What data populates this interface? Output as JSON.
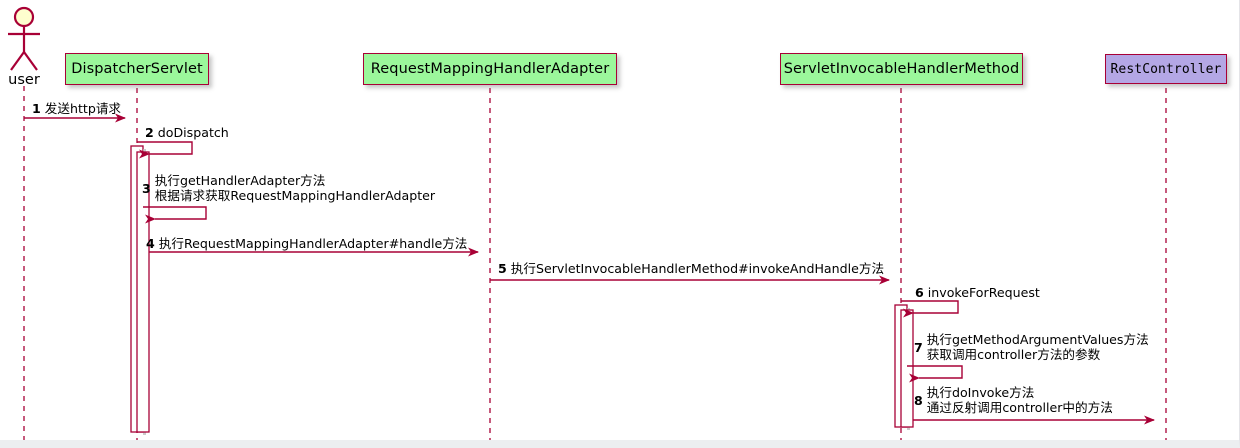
{
  "diagram": {
    "type": "uml-sequence-diagram",
    "background_color": "#FFFFFF",
    "line_color": "#A80036",
    "participant_fill_green": "#9BF79B",
    "participant_fill_purple": "#B4A7E5",
    "actor_head_fill": "#FEFECE"
  },
  "actor": {
    "name": "user",
    "label": "user"
  },
  "participants": [
    {
      "id": "dispatcher-servlet",
      "label": "DispatcherServlet",
      "style": "green"
    },
    {
      "id": "request-mapping-handler-adapter",
      "label": "RequestMappingHandlerAdapter",
      "style": "green"
    },
    {
      "id": "servlet-invocable-handler-method",
      "label": "ServletInvocableHandlerMethod",
      "style": "green"
    },
    {
      "id": "rest-controller",
      "label": "RestController",
      "style": "purple"
    }
  ],
  "messages": [
    {
      "seq": "1",
      "from": "user",
      "to": "dispatcher-servlet",
      "kind": "call",
      "lines": [
        "发送http请求"
      ]
    },
    {
      "seq": "2",
      "from": "dispatcher-servlet",
      "to": "dispatcher-servlet",
      "kind": "self",
      "lines": [
        "doDispatch"
      ]
    },
    {
      "seq": "3",
      "from": "dispatcher-servlet",
      "to": "dispatcher-servlet",
      "kind": "self",
      "lines": [
        "执行getHandlerAdapter方法",
        "根据请求获取RequestMappingHandlerAdapter"
      ]
    },
    {
      "seq": "4",
      "from": "dispatcher-servlet",
      "to": "request-mapping-handler-adapter",
      "kind": "call",
      "lines": [
        "执行RequestMappingHandlerAdapter#handle方法"
      ]
    },
    {
      "seq": "5",
      "from": "request-mapping-handler-adapter",
      "to": "servlet-invocable-handler-method",
      "kind": "call",
      "lines": [
        "执行ServletInvocableHandlerMethod#invokeAndHandle方法"
      ]
    },
    {
      "seq": "6",
      "from": "servlet-invocable-handler-method",
      "to": "servlet-invocable-handler-method",
      "kind": "self",
      "lines": [
        "invokeForRequest"
      ]
    },
    {
      "seq": "7",
      "from": "servlet-invocable-handler-method",
      "to": "servlet-invocable-handler-method",
      "kind": "self",
      "lines": [
        "执行getMethodArgumentValues方法",
        "获取调用controller方法的参数"
      ]
    },
    {
      "seq": "8",
      "from": "servlet-invocable-handler-method",
      "to": "rest-controller",
      "kind": "call",
      "lines": [
        "执行doInvoke方法",
        "通过反射调用controller中的方法"
      ]
    }
  ]
}
